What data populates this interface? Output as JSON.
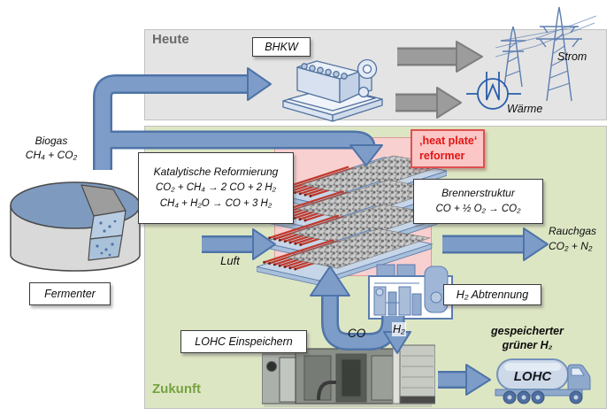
{
  "sections": {
    "today_label": "Heute",
    "future_label": "Zukunft"
  },
  "today": {
    "bhkw": "BHKW",
    "strom": "Strom",
    "waerme": "Wärme"
  },
  "future": {
    "biogas_line1": "Biogas",
    "biogas_line2": "CH₄ + CO₂",
    "fermenter": "Fermenter",
    "reforming_title": "Katalytische Reformierung",
    "reforming_eq1": "CO₂ + CH₄ → 2 CO + 2 H₂",
    "reforming_eq2": "CH₄ + H₂O → CO + 3 H₂",
    "heat_plate_line1": "‚heat plate‘",
    "heat_plate_line2": "reformer",
    "burner_title": "Brennerstruktur",
    "burner_eq": "CO + ½ O₂ → CO₂",
    "rauchgas_line1": "Rauchgas",
    "rauchgas_line2": "CO₂ + N₂",
    "luft": "Luft",
    "h2_separation": "H₂ Abtrennung",
    "co": "CO",
    "h2": "H₂",
    "lohc_storage": "LOHC Einspeichern",
    "stored_line1": "gespeicherter",
    "stored_line2": "grüner H₂",
    "truck_tank": "LOHC"
  },
  "colors": {
    "today_bg": "#e4e4e4",
    "future_bg": "#dde6c3",
    "reformer_bg": "#f8d0d0",
    "arrow_blue": "#7d9dc8",
    "arrow_blue_border": "#4f74a8",
    "arrow_gray": "#9c9c9c",
    "heat_plate_text": "#e31515",
    "heute_text": "#6a6a6a",
    "zukunft_text": "#76a23f"
  }
}
